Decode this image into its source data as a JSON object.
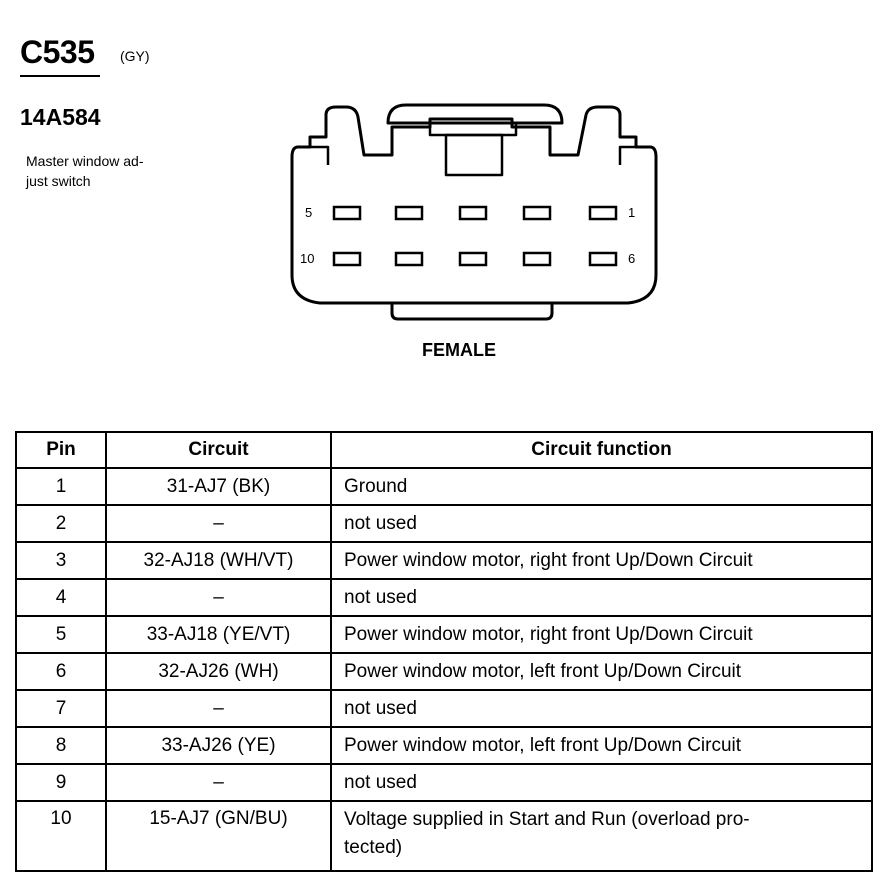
{
  "connector": {
    "id": "C535",
    "color_code": "(GY)",
    "part_number": "14A584",
    "description_line1": "Master window ad-",
    "description_line2": "just switch"
  },
  "diagram": {
    "view_label": "FEMALE",
    "pin_labels": {
      "top_left": "5",
      "top_right": "1",
      "bottom_left": "10",
      "bottom_right": "6"
    }
  },
  "table": {
    "headers": {
      "pin": "Pin",
      "circuit": "Circuit",
      "function": "Circuit function"
    },
    "rows": [
      {
        "pin": "1",
        "circuit": "31-AJ7 (BK)",
        "function": "Ground"
      },
      {
        "pin": "2",
        "circuit": "–",
        "function": "not used"
      },
      {
        "pin": "3",
        "circuit": "32-AJ18 (WH/VT)",
        "function": "Power window motor, right front Up/Down Circuit"
      },
      {
        "pin": "4",
        "circuit": "–",
        "function": "not used"
      },
      {
        "pin": "5",
        "circuit": "33-AJ18 (YE/VT)",
        "function": "Power window motor, right front Up/Down Circuit"
      },
      {
        "pin": "6",
        "circuit": "32-AJ26 (WH)",
        "function": "Power window motor, left front Up/Down Circuit"
      },
      {
        "pin": "7",
        "circuit": "–",
        "function": "not used"
      },
      {
        "pin": "8",
        "circuit": "33-AJ26 (YE)",
        "function": "Power window motor, left front Up/Down Circuit"
      },
      {
        "pin": "9",
        "circuit": "–",
        "function": "not used"
      },
      {
        "pin": "10",
        "circuit": "15-AJ7 (GN/BU)",
        "function_line1": "Voltage supplied in Start and Run (overload pro-",
        "function_line2": "tected)"
      }
    ]
  }
}
